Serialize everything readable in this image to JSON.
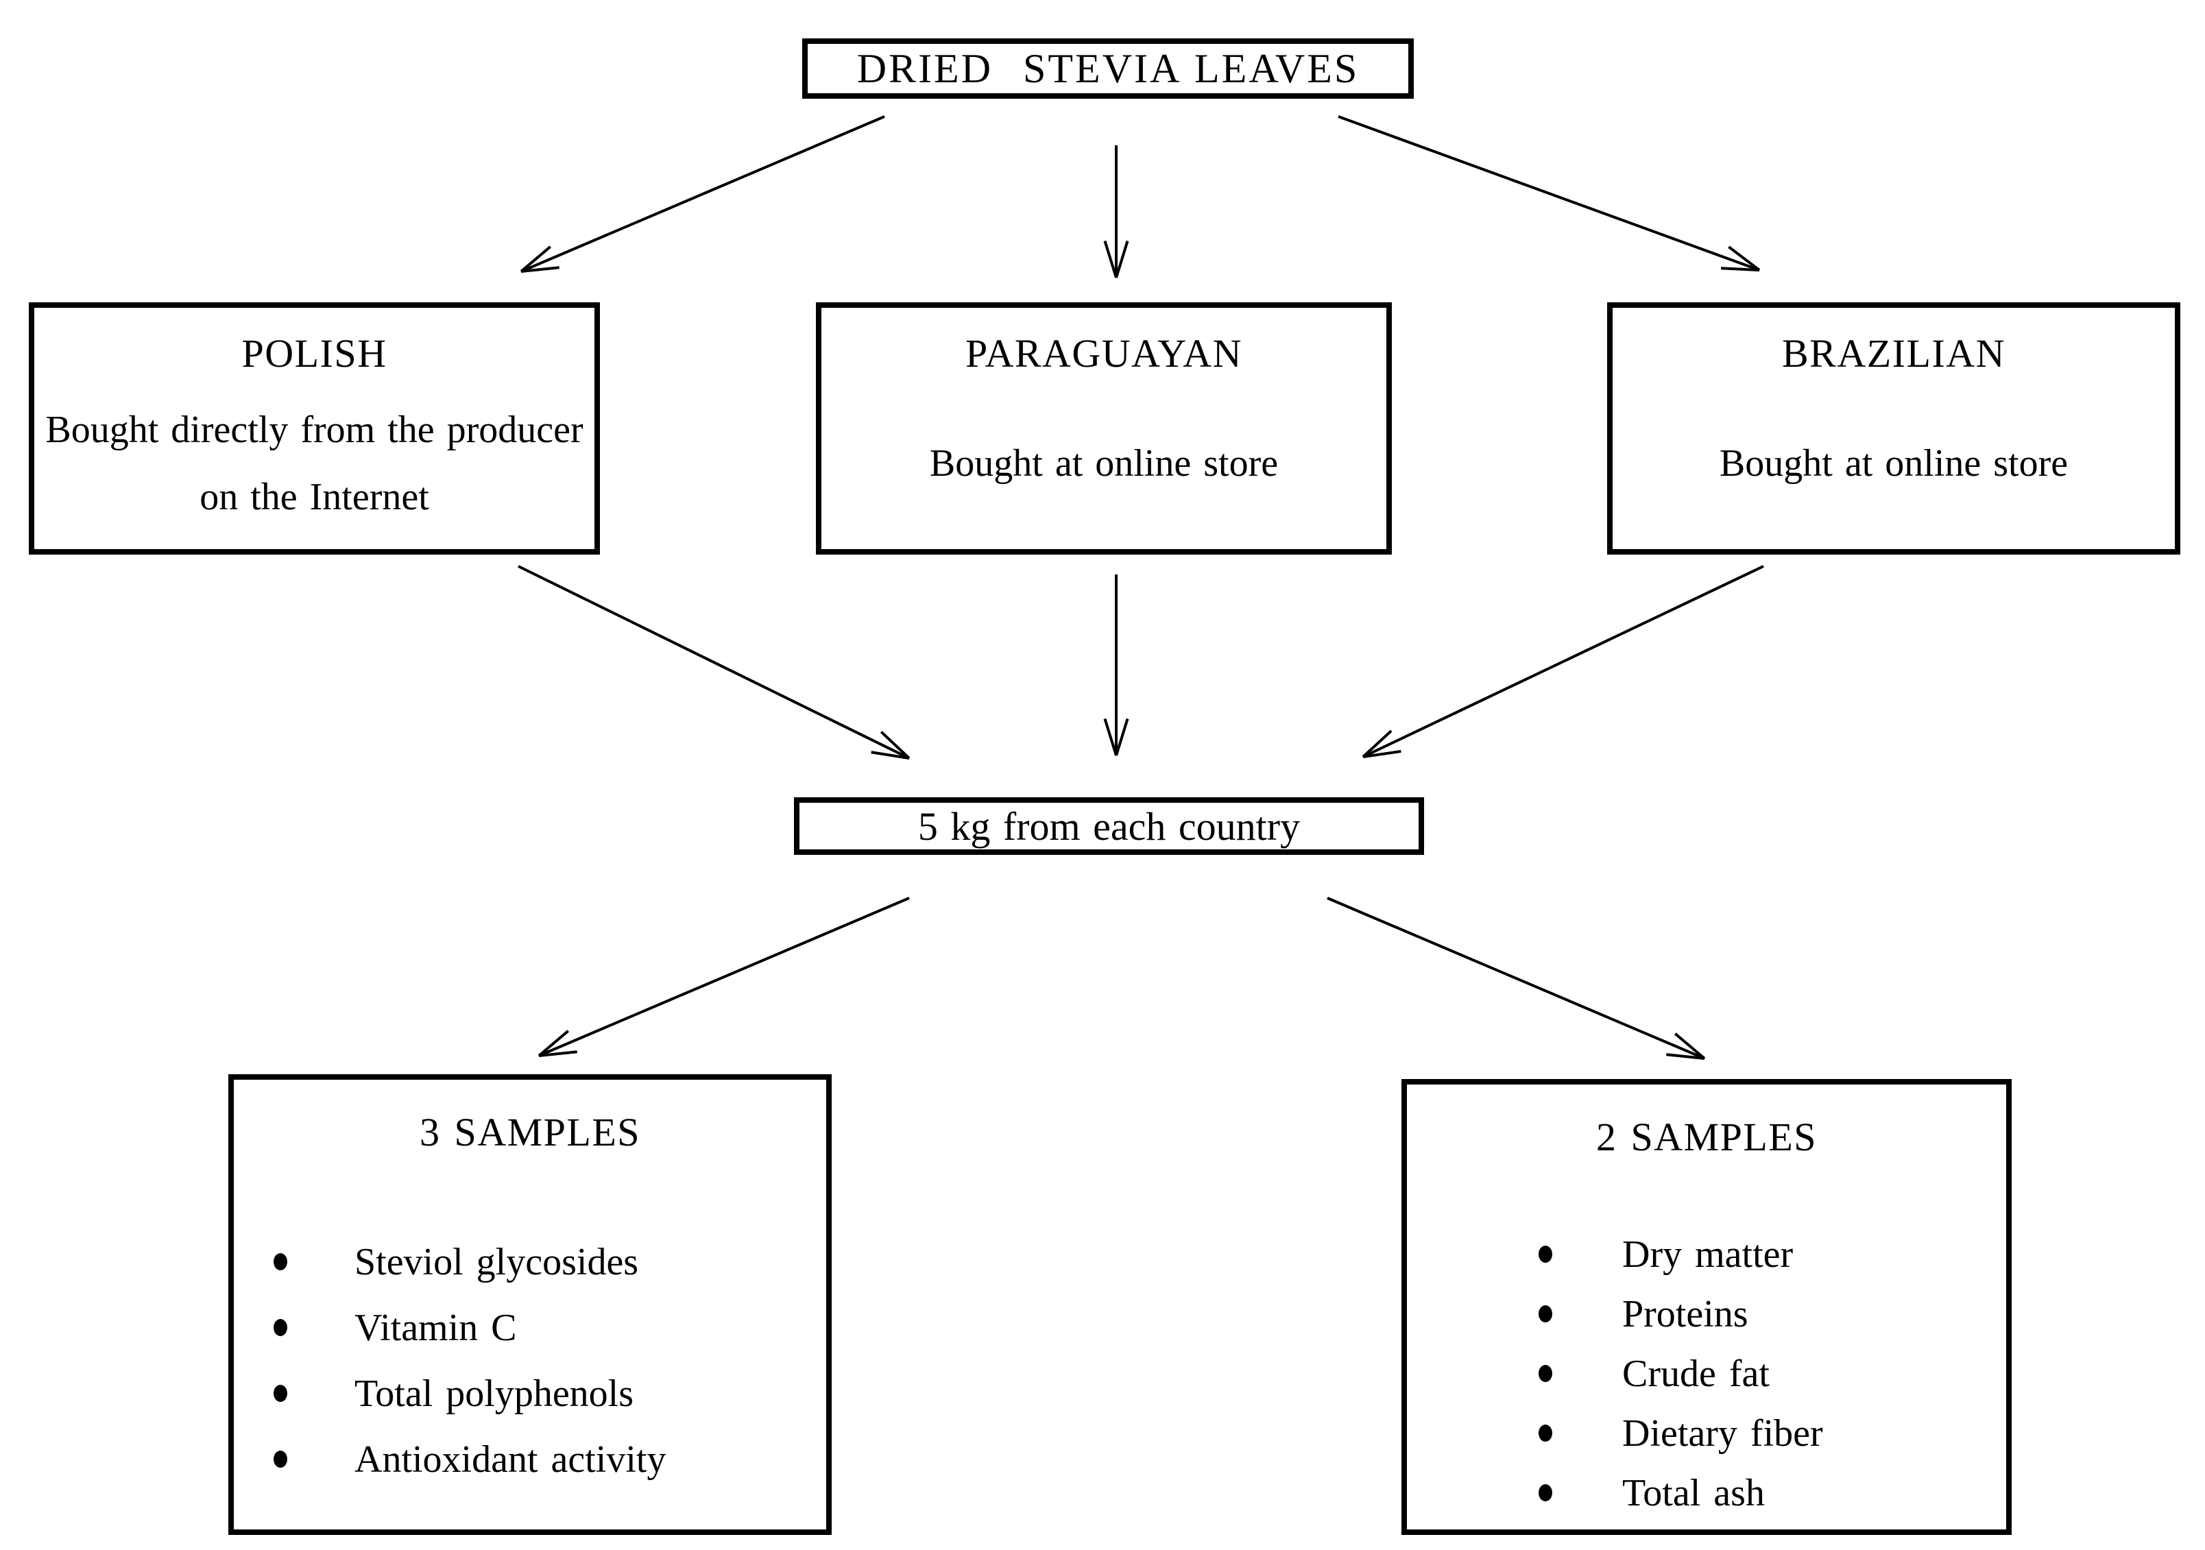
{
  "diagram": {
    "root": {
      "label": "DRIED  STEVIA LEAVES"
    },
    "sources": [
      {
        "id": "polish",
        "title": "POLISH",
        "description": "Bought directly from the producer on the Internet"
      },
      {
        "id": "paraguayan",
        "title": "PARAGUAYAN",
        "description": "Bought at online store"
      },
      {
        "id": "brazilian",
        "title": "BRAZILIAN",
        "description": "Bought at online store"
      }
    ],
    "pooling": {
      "label": "5 kg from each country"
    },
    "analyses": [
      {
        "id": "samples3",
        "title": "3 SAMPLES",
        "items": [
          "Steviol glycosides",
          "Vitamin C",
          "Total polyphenols",
          "Antioxidant activity"
        ]
      },
      {
        "id": "samples2",
        "title": "2 SAMPLES",
        "items": [
          "Dry matter",
          "Proteins",
          "Crude fat",
          "Dietary fiber",
          "Total ash"
        ]
      }
    ],
    "edges": [
      {
        "from": "root",
        "to": "polish"
      },
      {
        "from": "root",
        "to": "paraguayan"
      },
      {
        "from": "root",
        "to": "brazilian"
      },
      {
        "from": "polish",
        "to": "pooling"
      },
      {
        "from": "paraguayan",
        "to": "pooling"
      },
      {
        "from": "brazilian",
        "to": "pooling"
      },
      {
        "from": "pooling",
        "to": "samples3"
      },
      {
        "from": "pooling",
        "to": "samples2"
      }
    ],
    "bullet_icon": "filled-circle",
    "colors": {
      "background": "#ffffff",
      "text": "#000000",
      "line": "#000000",
      "border": "#000000"
    }
  }
}
